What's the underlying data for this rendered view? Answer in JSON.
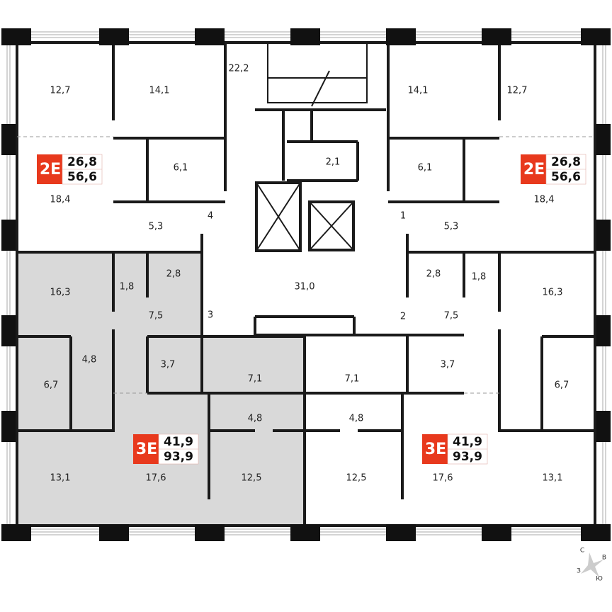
{
  "plan": {
    "rooms": [
      "12,7",
      "14,1",
      "22,2",
      "14,1",
      "12,7",
      "6,1",
      "2,1",
      "6,1",
      "18,4",
      "18,4",
      "5,3",
      "5,3",
      "4",
      "1",
      "2,8",
      "1,8",
      "31,0",
      "2,8",
      "1,8",
      "16,3",
      "16,3",
      "7,5",
      "3",
      "2",
      "7,5",
      "4,8",
      "3,7",
      "7,1",
      "7,1",
      "3,7",
      "6,7",
      "6,7",
      "4,8",
      "4,8",
      "13,1",
      "17,6",
      "12,5",
      "12,5",
      "17,6",
      "13,1"
    ],
    "badges": [
      {
        "code": "2Е",
        "living": "26,8",
        "total": "56,6"
      },
      {
        "code": "2Е",
        "living": "26,8",
        "total": "56,6"
      },
      {
        "code": "3Е",
        "living": "41,9",
        "total": "93,9"
      },
      {
        "code": "3Е",
        "living": "41,9",
        "total": "93,9"
      }
    ],
    "selected_fill": "#d9d9d9",
    "badge_color": "#e8391d"
  },
  "compass": {
    "n": "С",
    "e": "В",
    "w": "З",
    "s": "Ю"
  }
}
